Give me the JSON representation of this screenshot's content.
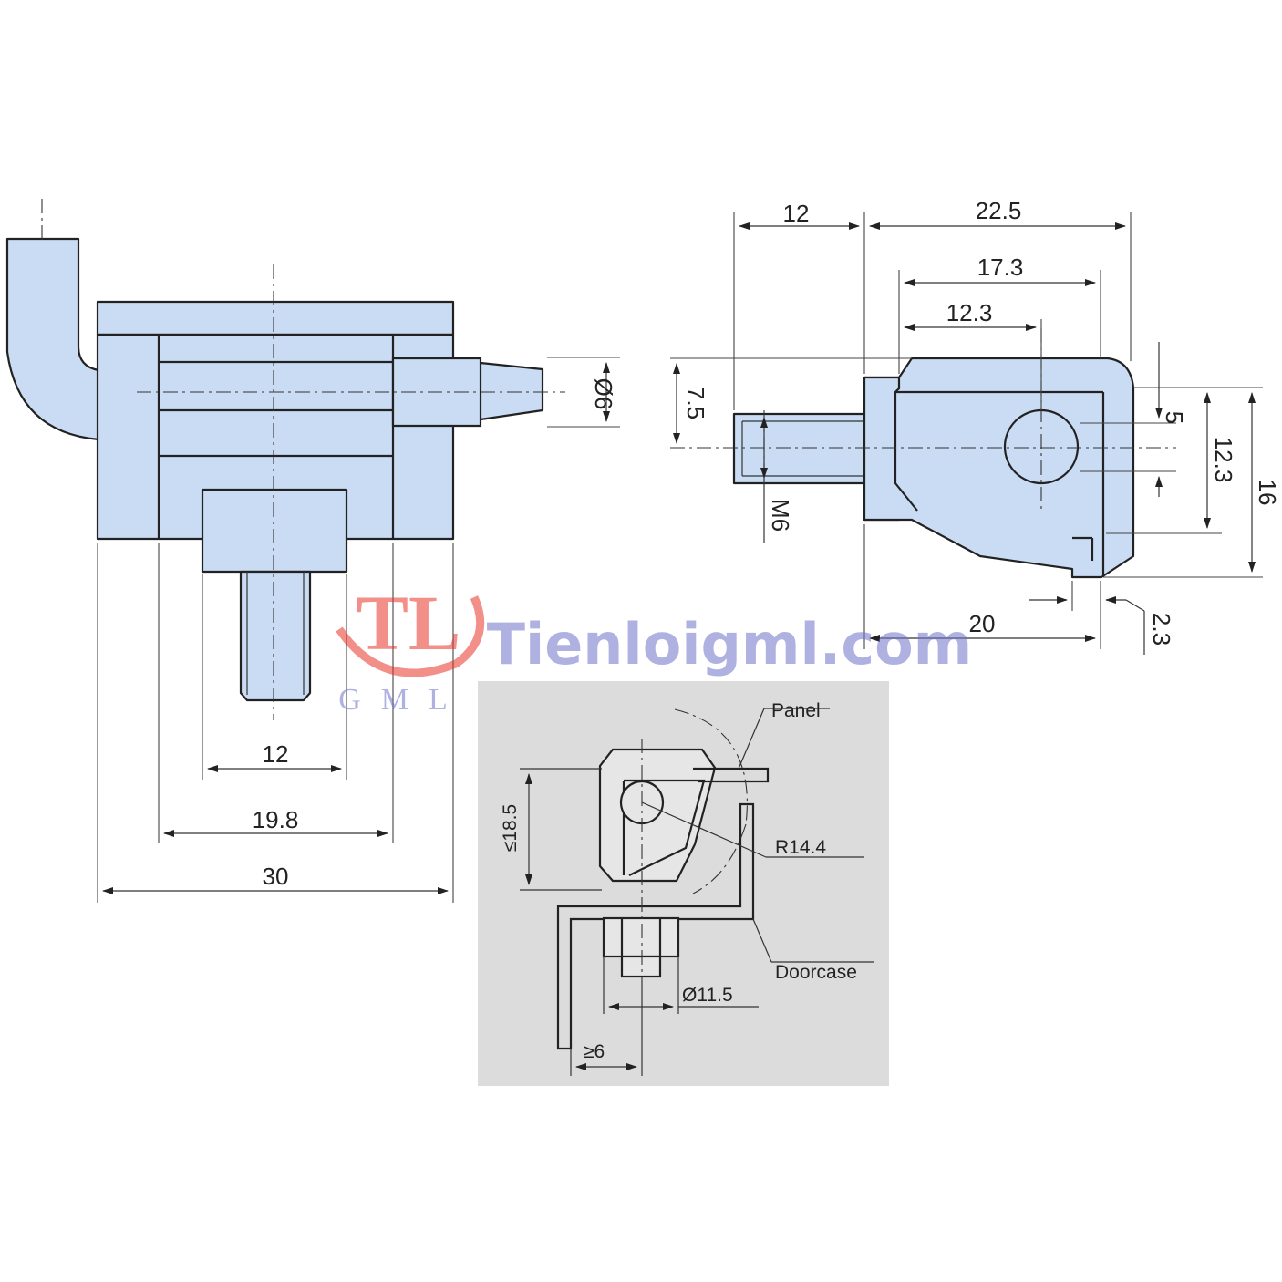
{
  "colors": {
    "part_fill": "#c9dcf4",
    "outline": "#222222",
    "inset_background": "#dcdcdc",
    "logo_red": "#e8342a",
    "watermark_blue": "#6f74c9"
  },
  "front_view": {
    "dims": {
      "bore_dia": "Ø6",
      "stud_spacing": "12",
      "inner_width": "19.8",
      "overall_width": "30"
    }
  },
  "side_view": {
    "dims": {
      "stud_length": "12",
      "body_length": "22.5",
      "length_17": "17.3",
      "length_12": "12.3",
      "offset_height": "7.5",
      "hole_offset": "5",
      "height_12": "12.3",
      "overall_height": "16",
      "base_length": "20",
      "gap": "2.3",
      "thread": "M6"
    }
  },
  "watermark": {
    "logo_letters": "TL",
    "logo_sub": "GML",
    "site": "Tienloigml.com"
  },
  "inset": {
    "labels": {
      "panel": "Panel",
      "doorcase": "Doorcase",
      "radius": "R14.4",
      "max_height": "≤18.5",
      "washer_dia": "Ø11.5",
      "min_clearance": "≥6"
    }
  }
}
